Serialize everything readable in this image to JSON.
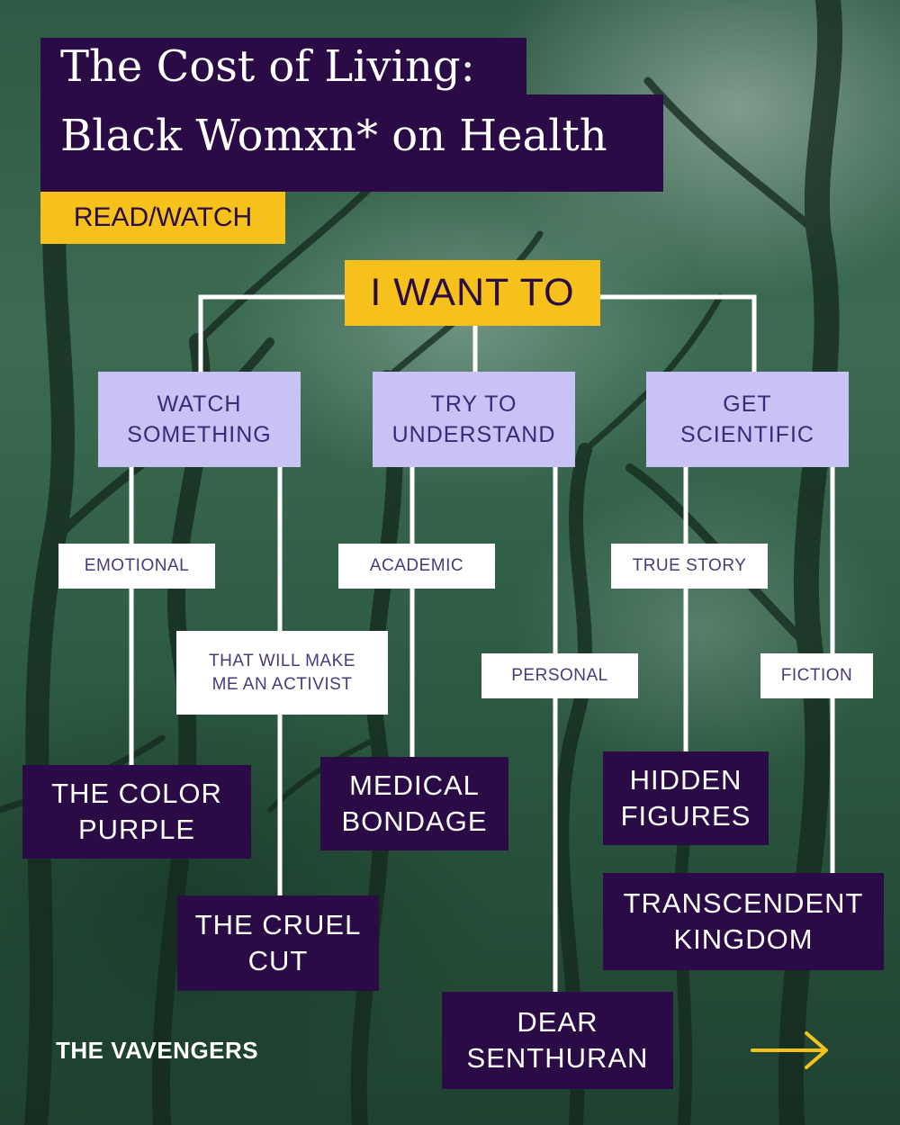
{
  "title": {
    "line1": "The Cost of Living:",
    "line2": "Black Womxn* on Health"
  },
  "category_tag": "READ/WATCH",
  "root": "I WANT TO",
  "branches": {
    "watch": "WATCH\nSOMETHING",
    "understand": "TRY TO\nUNDERSTAND",
    "scientific": "GET\nSCIENTIFIC"
  },
  "sub_labels": {
    "emotional": "EMOTIONAL",
    "activist": "THAT WILL MAKE\nME AN ACTIVIST",
    "academic": "ACADEMIC",
    "personal": "PERSONAL",
    "true_story": "TRUE STORY",
    "fiction": "FICTION"
  },
  "results": {
    "color_purple": "THE COLOR\nPURPLE",
    "cruel_cut": "THE CRUEL\nCUT",
    "medical_bondage": "MEDICAL\nBONDAGE",
    "dear_senthuran": "DEAR\nSENTHURAN",
    "hidden_figures": "HIDDEN\nFIGURES",
    "transcendent_kingdom": "TRANSCENDENT\nKINGDOM"
  },
  "brand": "THE VAVENGERS",
  "next_icon": "arrow-right-icon",
  "colors": {
    "title_bg": "#2a0b45",
    "tag_bg": "#f5c11a",
    "branch_bg": "#c9c2f5",
    "label_bg": "#ffffff",
    "result_bg": "#2a0b45",
    "connector": "#ffffff",
    "arrow": "#f5c11a"
  }
}
